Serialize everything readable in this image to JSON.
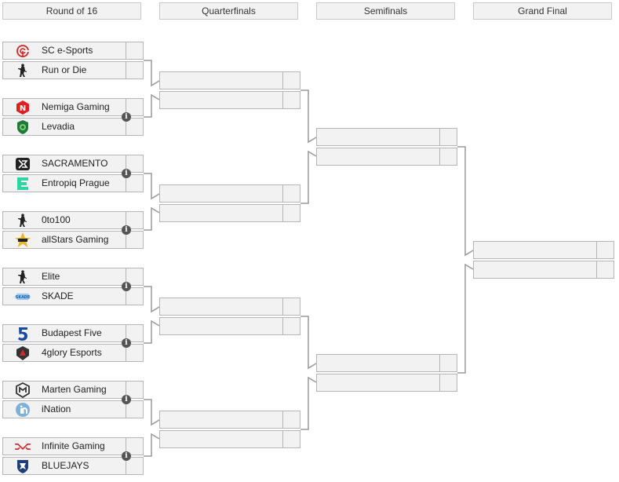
{
  "rounds": [
    {
      "label": "Round of 16"
    },
    {
      "label": "Quarterfinals"
    },
    {
      "label": "Semifinals"
    },
    {
      "label": "Grand Final"
    }
  ],
  "round_of_16": [
    {
      "team1": {
        "name": "SC e-Sports",
        "icon": "sc-esports-logo-icon"
      },
      "team2": {
        "name": "Run or Die",
        "icon": "cs-soldier-icon"
      },
      "info": false
    },
    {
      "team1": {
        "name": "Nemiga Gaming",
        "icon": "nemiga-logo-icon"
      },
      "team2": {
        "name": "Levadia",
        "icon": "levadia-logo-icon"
      },
      "info": true
    },
    {
      "team1": {
        "name": "SACRAMENTO",
        "icon": "sacramento-logo-icon"
      },
      "team2": {
        "name": "Entropiq Prague",
        "icon": "entropiq-logo-icon"
      },
      "info": true
    },
    {
      "team1": {
        "name": "0to100",
        "icon": "cs-soldier-icon"
      },
      "team2": {
        "name": "allStars Gaming",
        "icon": "allstars-logo-icon"
      },
      "info": true
    },
    {
      "team1": {
        "name": "Elite",
        "icon": "cs-soldier-icon"
      },
      "team2": {
        "name": "SKADE",
        "icon": "skade-logo-icon"
      },
      "info": true
    },
    {
      "team1": {
        "name": "Budapest Five",
        "icon": "budapest-five-logo-icon"
      },
      "team2": {
        "name": "4glory Esports",
        "icon": "4glory-logo-icon"
      },
      "info": true
    },
    {
      "team1": {
        "name": "Marten Gaming",
        "icon": "marten-logo-icon"
      },
      "team2": {
        "name": "iNation",
        "icon": "ination-logo-icon"
      },
      "info": true
    },
    {
      "team1": {
        "name": "Infinite Gaming",
        "icon": "infinite-logo-icon"
      },
      "team2": {
        "name": "BLUEJAYS",
        "icon": "bluejays-logo-icon"
      },
      "info": true
    }
  ],
  "info_icon_glyph": "i",
  "colors": {
    "slot_bg": "#f2f2f2",
    "border": "#b5b5b5",
    "connector": "#999999",
    "info_icon": "#555555"
  }
}
